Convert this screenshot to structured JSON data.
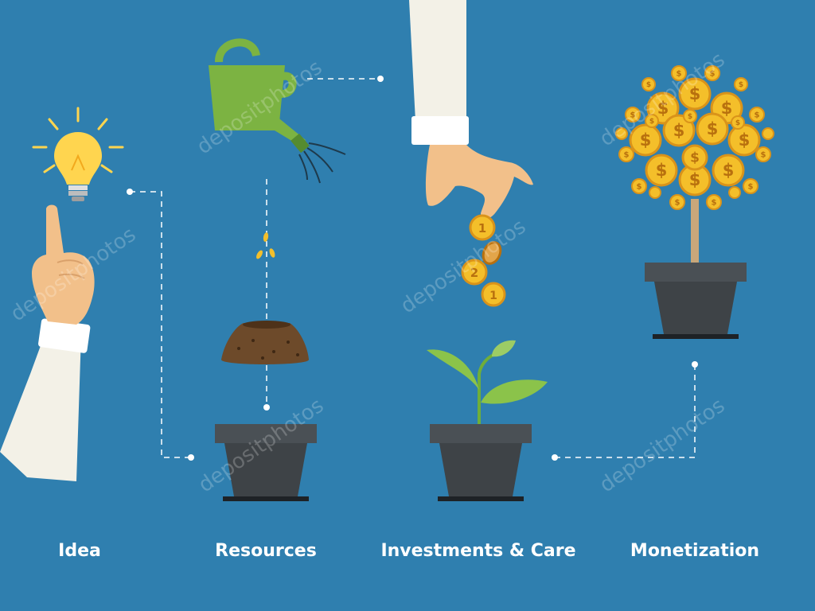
{
  "stages": [
    {
      "label": "Idea"
    },
    {
      "label": "Resources"
    },
    {
      "label": "Investments & Care"
    },
    {
      "label": "Monetization"
    }
  ],
  "watermark": "depositphotos",
  "coins": {
    "first": "1",
    "second": "2",
    "dollar": "$"
  },
  "colors": {
    "background": "#2f7faf",
    "pot": "#3e4347",
    "pot_rim": "#4a5055",
    "coin": "#f4bf2a",
    "coin_dark": "#d9931a",
    "leaf": "#8bc34a",
    "can": "#7cb342",
    "soil": "#6d4a2a",
    "skin": "#f2c08a",
    "sleeve": "#f3f1e7",
    "bulb": "#ffd54f",
    "dash": "#ffffff"
  },
  "icons": [
    "lightbulb-icon",
    "pointing-hand-icon",
    "watering-can-icon",
    "soil-mound-icon",
    "seeds-icon",
    "flower-pot-icon",
    "sprout-icon",
    "coin-icon",
    "money-tree-icon"
  ]
}
